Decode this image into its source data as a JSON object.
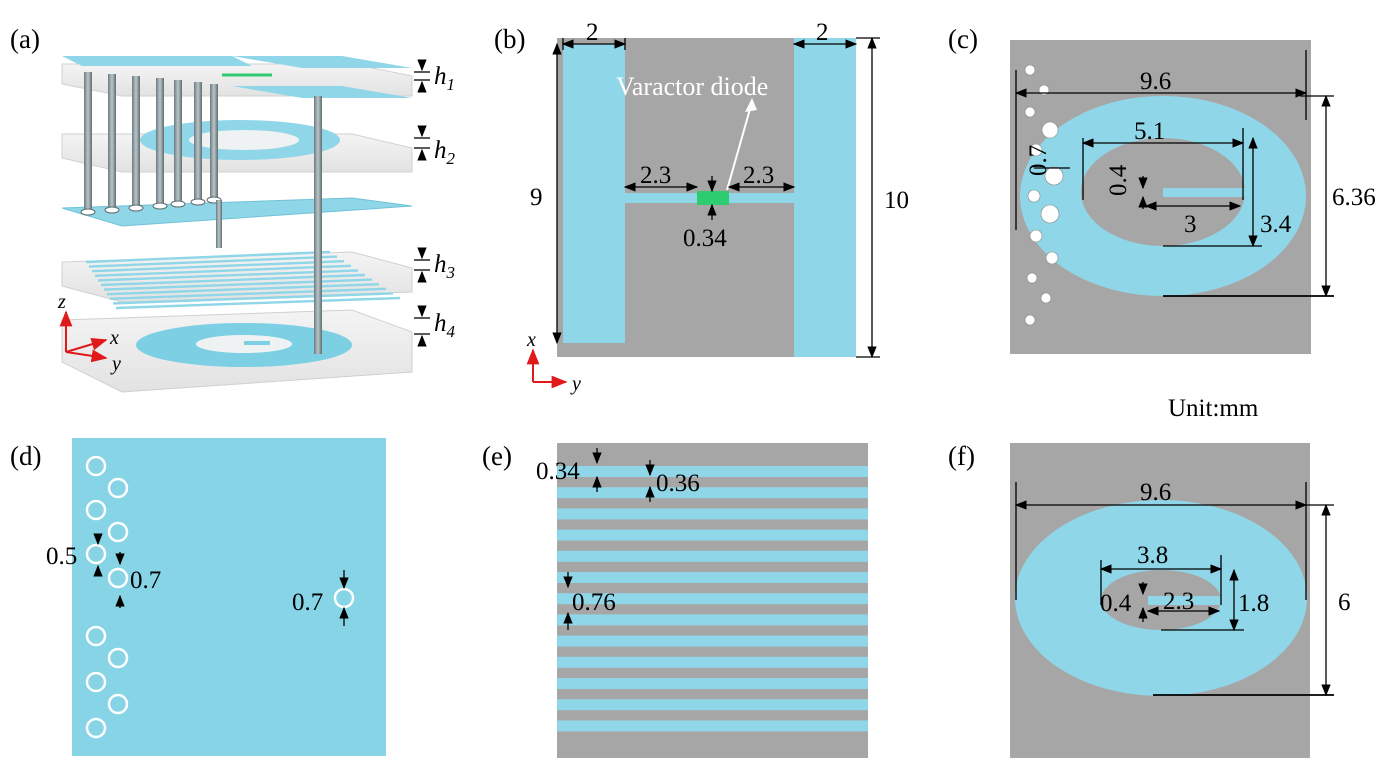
{
  "colors": {
    "copper": "#8fd6e8",
    "copper_edge": "#6fc2d8",
    "substrate": "#a6a6a6",
    "diode": "#2ecc71",
    "axis": "#e0191b",
    "dim_line": "#000000"
  },
  "panels": {
    "a": {
      "label": "(a)",
      "h1": "h",
      "h1_sub": "1",
      "h2": "h",
      "h2_sub": "2",
      "h3": "h",
      "h3_sub": "3",
      "h4": "h",
      "h4_sub": "4",
      "axis_z": "z",
      "axis_x": "x",
      "axis_y": "y"
    },
    "b": {
      "label": "(b)",
      "width_left": "2",
      "width_right": "2",
      "diode_label": "Varactor diode",
      "gap_left": "2.3",
      "gap_right": "2.3",
      "strip_width": "0.34",
      "height_inner": "9",
      "height_outer": "10",
      "axis_x": "x",
      "axis_y": "y"
    },
    "c": {
      "label": "(c)",
      "outer_width": "9.6",
      "inner_width": "5.1",
      "via_pitch": "0.7",
      "slot_width": "0.4",
      "slot_length": "3",
      "inner_height": "3.4",
      "outer_height": "6.36",
      "unit": "Unit:mm"
    },
    "d": {
      "label": "(d)",
      "hole_inner": "0.5",
      "hole_outer": "0.7",
      "hole_single": "0.7"
    },
    "e": {
      "label": "(e)",
      "strip_width": "0.34",
      "gap_width": "0.36",
      "period": "0.76"
    },
    "f": {
      "label": "(f)",
      "outer_width": "9.6",
      "inner_width": "3.8",
      "slot_width": "0.4",
      "slot_length": "2.3",
      "inner_height": "1.8",
      "outer_height": "6"
    }
  }
}
